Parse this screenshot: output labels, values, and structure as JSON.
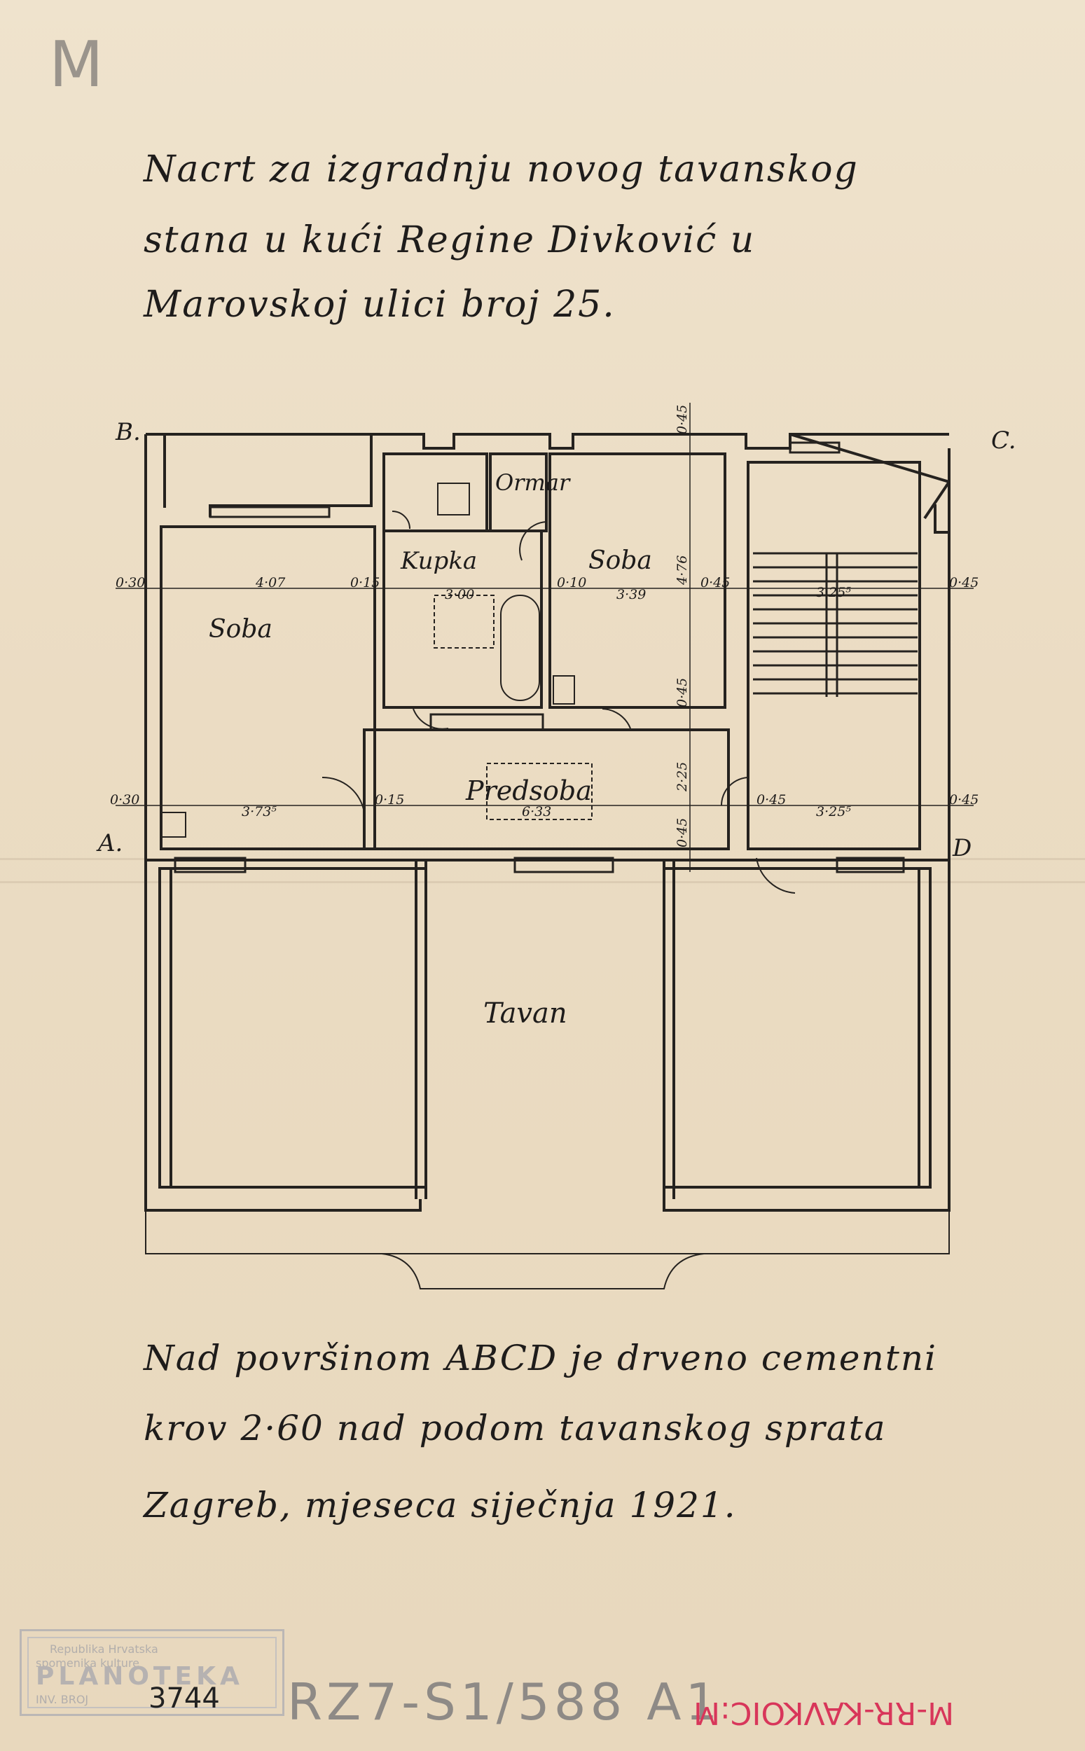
{
  "title": {
    "line1": "Nacrt za izgradnju novog tavanskog",
    "line2": "stana u kući Regine Divković u",
    "line3": "Marovskoj ulici broj 25."
  },
  "pencil": {
    "corner_mark": "M"
  },
  "plan": {
    "corners": {
      "a": "A.",
      "b": "B.",
      "c": "C.",
      "d": "D"
    },
    "rooms": {
      "soba_left": "Soba",
      "kupka": "Kupka",
      "ormar": "Ormar",
      "soba_right": "Soba",
      "predsoba": "Predsoba",
      "tavan": "Tavan"
    },
    "dimensions": {
      "d_030_top": "0·30",
      "d_407": "4·07",
      "d_015_top": "0·15",
      "d_300": "3·00",
      "d_010": "0·10",
      "d_339": "3·39",
      "d_045_mid": "0·45",
      "d_325_top": "3·25⁵",
      "d_045_right_top": "0·45",
      "d_030_bottom": "0·30",
      "d_373": "3·73⁵",
      "d_015_bottom": "0·15",
      "d_633": "6·33",
      "d_045_lower": "0·45",
      "d_325_bottom": "3·25⁵",
      "d_045_right_bottom": "0·45",
      "v_045_top": "0·45",
      "v_476": "4·76",
      "v_045_mid": "0·45",
      "v_225": "2·25",
      "v_045_low": "0·45"
    }
  },
  "note": {
    "line1": "Nad površinom ABCD je drveno cementni",
    "line2": "krov 2·60 nad podom tavanskog sprata",
    "line3": "Zagreb, mjeseca siječnja 1921."
  },
  "stamp": {
    "line1": "Republika Hrvatska",
    "line2": "spomenika kulture",
    "big": "PLANOTEKA",
    "inv": "INV. BROJ"
  },
  "inventory_number": "3744",
  "reference": "RZ7-S1/588 A1",
  "red_annotation": "M-RR-KAVKOIC:M"
}
